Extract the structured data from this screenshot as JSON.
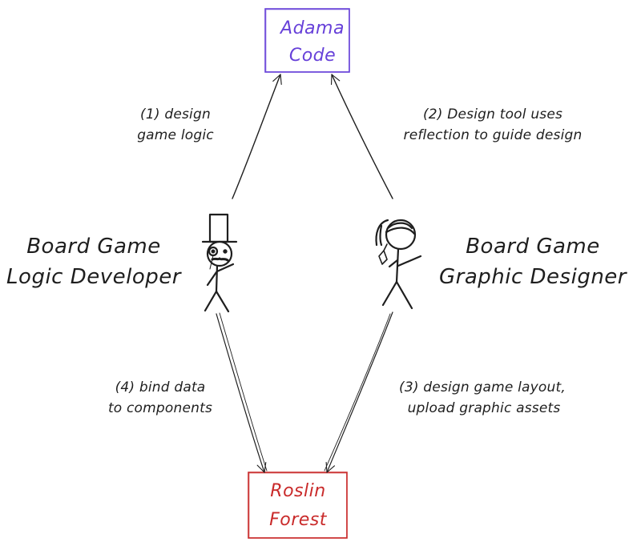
{
  "nodes": {
    "adama": {
      "lines": [
        "Adama",
        "Code"
      ],
      "color": "#6741d9"
    },
    "roslin": {
      "lines": [
        "Roslin",
        "Forest"
      ],
      "color": "#c92a2a"
    },
    "logic_dev": {
      "lines": [
        "Board Game",
        "Logic Developer"
      ]
    },
    "designer": {
      "lines": [
        "Board Game",
        "Graphic Designer"
      ]
    }
  },
  "edges": {
    "e1": {
      "lines": [
        "(1) design",
        "game logic"
      ]
    },
    "e2": {
      "lines": [
        "(2) Design tool uses",
        "reflection to guide design"
      ]
    },
    "e3": {
      "lines": [
        "(3) design game layout,",
        "upload graphic assets"
      ]
    },
    "e4": {
      "lines": [
        "(4) bind data",
        "to components"
      ]
    }
  },
  "colors": {
    "ink": "#1e1e1e",
    "adama": "#6741d9",
    "roslin": "#c92a2a"
  }
}
